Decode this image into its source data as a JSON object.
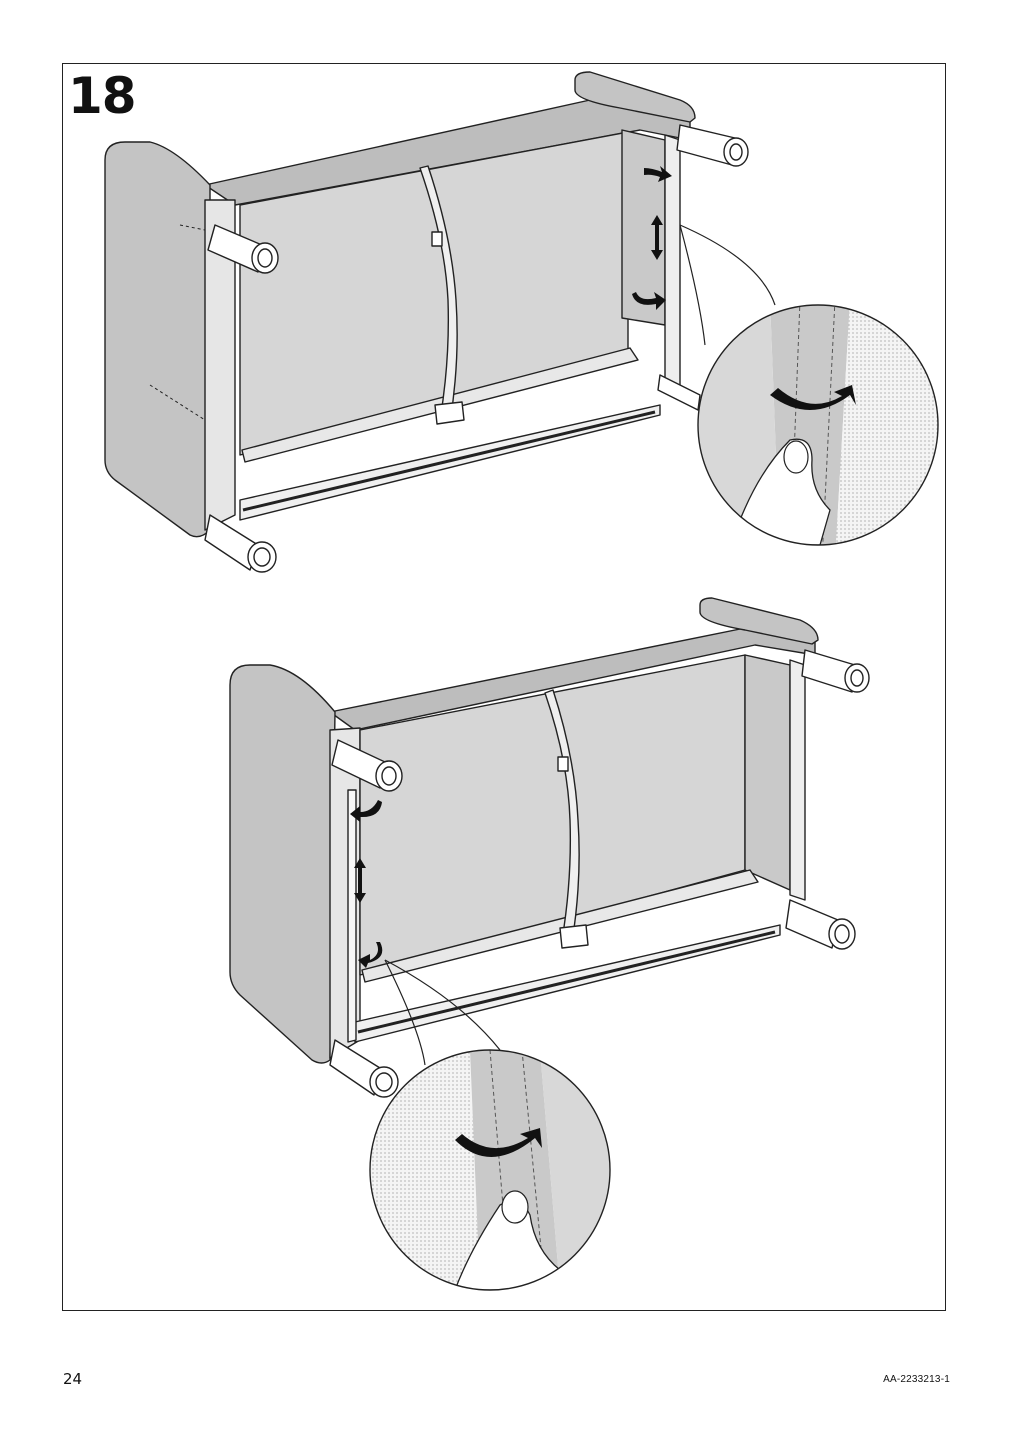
{
  "step": {
    "number": "18"
  },
  "footer": {
    "page_number": "24",
    "doc_code": "AA-2233213-1"
  },
  "illustrations": [
    {
      "name": "sofa-frame-top",
      "detail_icon": "pull-fabric-detail",
      "arrow_icons": [
        "curved-arrow-icon",
        "double-arrow-icon",
        "curved-arrow-icon"
      ]
    },
    {
      "name": "sofa-frame-bottom",
      "detail_icon": "pull-fabric-detail",
      "arrow_icons": [
        "curved-arrow-icon",
        "double-arrow-icon",
        "curved-arrow-icon"
      ]
    }
  ],
  "colors": {
    "fabric": "#d4d4d4",
    "frame_outline": "#222222",
    "arm": "#bdbdbd",
    "leg": "#ffffff"
  }
}
